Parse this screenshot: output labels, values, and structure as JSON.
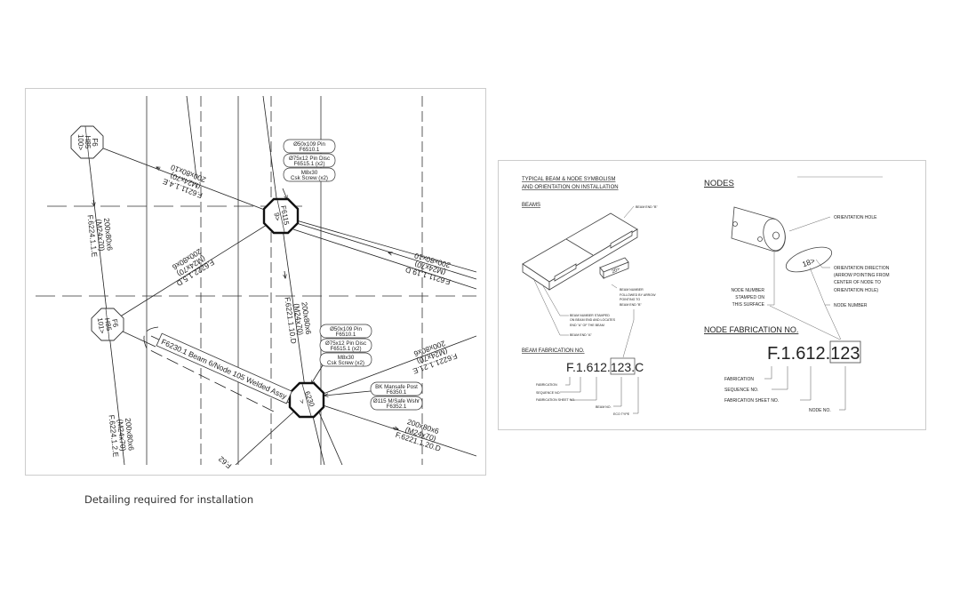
{
  "caption": "Detailing required for installation",
  "plan": {
    "nodes": [
      {
        "l1": "F6",
        "l2": "H85",
        "l3": "100>"
      },
      {
        "l1": "F6115",
        "l2": "9>"
      },
      {
        "l1": "F6",
        "l2": "H85",
        "l3": "101>"
      },
      {
        "l1": "6230",
        "l2": ">"
      }
    ],
    "beams": [
      {
        "size": "200x80x10",
        "bolt": "(M24x70)",
        "id": "F.6211.1.4.E"
      },
      {
        "size": "200x80x10",
        "bolt": "(M24x70)",
        "id": "F.6211.1.19.D"
      },
      {
        "size": "200x80x6",
        "bolt": "(M24x70)",
        "id": "F.6224.1.1.E"
      },
      {
        "size": "200x80x6",
        "bolt": "(M24x70)",
        "id": "F.6222.1.5.D"
      },
      {
        "size": "200x80x6",
        "bolt": "(M24x70)",
        "id": "F.6221.1.10.D"
      },
      {
        "size": "200x80x6",
        "bolt": "(M24x70)",
        "id": "F.6221.1.21.E"
      },
      {
        "size": "200x80x6",
        "bolt": "(M24x70)",
        "id": "F.6221.1.20.D"
      },
      {
        "size": "200x80x6",
        "bolt": "(M24x70)",
        "id": "F.6224.1.2.E"
      },
      {
        "id": "F.62"
      }
    ],
    "tags_a": [
      "Ø50x109 Pin",
      "F6510.1",
      "Ø75x12 Pin Disc",
      "F6515.1 (x2)",
      "M8x30",
      "Csk Screw (x2)"
    ],
    "tags_b": [
      "Ø50x109 Pin",
      "F6510.1",
      "Ø75x12 Pin Disc",
      "F6515.1 (x2)",
      "M8x30",
      "Csk Screw (x2)"
    ],
    "tags_c": [
      "BK Mansafe Post",
      "F6350.1",
      "Ø115 M/Safe Wshr",
      "F6352.1"
    ],
    "assembly_label": "F6230.1 Beam 6/Node 105 Welded Assy"
  },
  "legend": {
    "title1": "TYPICAL BEAM & NODE SYMBOLISM",
    "title2": "AND ORIENTATION ON INSTALLATION",
    "beams_heading": "BEAMS",
    "nodes_heading": "NODES",
    "beam_end_b": "BEAM END \"B\"",
    "beam_end_a": "BEAM END \"A\"",
    "tag_number": "20>",
    "beam_number_arrow": [
      "BEAM NUMBER",
      "FOLLOWED BY ARROW",
      "POINTING TO",
      "BEAM END \"B\""
    ],
    "beam_number_stamped": [
      "BEAM NUMBER STAMPED",
      "ON BEAM END AND LOCATES",
      "END \"A\" OF THE BEAM"
    ],
    "beam_fab_heading": "BEAM FABRICATION NO.",
    "beam_fab": {
      "prefix": "F.1.612.",
      "boxed": "123",
      "suffix": ".C"
    },
    "beam_fab_labels": [
      "FABRICATION",
      "SEQUENCE NO.",
      "FABRICATION SHEET NO.",
      "BEAM NO.",
      "ECO TYPE"
    ],
    "orientation_hole": "ORIENTATION HOLE",
    "disc_number": "18>",
    "orientation_direction": [
      "ORIENTATION DIRECTION",
      "(ARROW POINTING FROM",
      "CENTER OF NODE TO",
      "ORIENTATION HOLE)"
    ],
    "node_number_stamped": [
      "NODE NUMBER",
      "STAMPED ON",
      "THIS SURFACE"
    ],
    "node_number": "NODE NUMBER",
    "node_fab_heading": "NODE FABRICATION NO.",
    "node_fab": {
      "prefix": "F.1.612.",
      "boxed": "123"
    },
    "node_fab_labels": [
      "FABRICATION",
      "SEQUENCE NO.",
      "FABRICATION SHEET NO.",
      "NODE NO."
    ]
  }
}
